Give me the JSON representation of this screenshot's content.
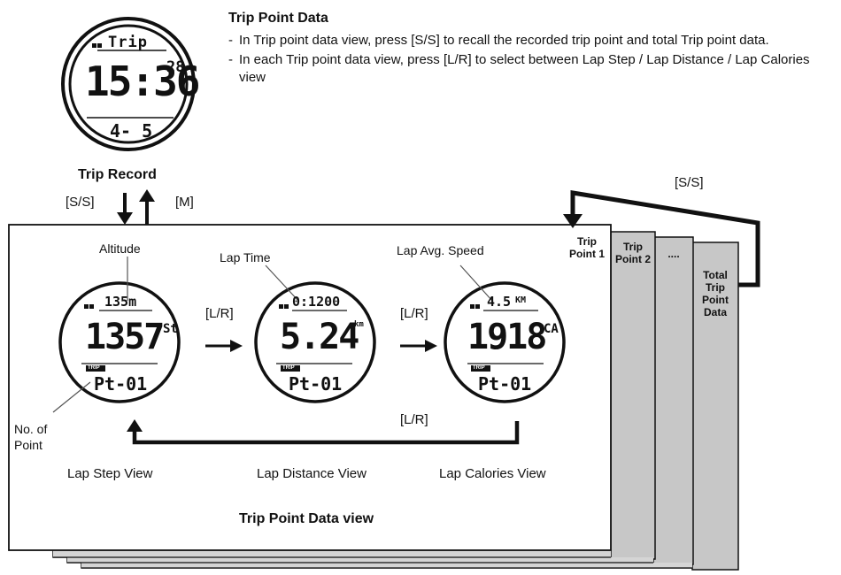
{
  "header": {
    "title": "Trip Point Data",
    "bullets": [
      "In Trip point data view, press [S/S] to recall the recorded trip point and total Trip point data.",
      "In each Trip point data view, press [L/R] to select between Lap Step / Lap Distance / Lap Calories view"
    ],
    "dash": "-"
  },
  "trip_record_watch": {
    "line1": "Trip",
    "time": "15:36",
    "seconds": "28",
    "line3": "4- 5",
    "label": "Trip Record"
  },
  "buttons": {
    "ss": "[S/S]",
    "m": "[M]",
    "lr": "[L/R]"
  },
  "annotations": {
    "altitude": "Altitude",
    "lap_time": "Lap Time",
    "lap_avg_speed": "Lap Avg. Speed",
    "no_of_point": "No. of Point"
  },
  "views": [
    {
      "name": "Lap Step View",
      "top": "135m",
      "main": "1357",
      "unit": "St",
      "badge": "TRIP",
      "bottom": "Pt-01"
    },
    {
      "name": "Lap Distance View",
      "top": "0:1200",
      "main": "5.24",
      "unit": "km",
      "badge": "TRIP",
      "bottom": "Pt-01"
    },
    {
      "name": "Lap Calories View",
      "top": "4.5",
      "top_unit": "KM",
      "main": "1918",
      "unit": "CA",
      "badge": "TRIP",
      "bottom": "Pt-01"
    }
  ],
  "panel_title": "Trip Point Data view",
  "tabs": {
    "trip_point_1": "Trip Point 1",
    "trip_point_2": "Trip Point 2",
    "ellipsis": "....",
    "total": "Total Trip Point Data"
  }
}
